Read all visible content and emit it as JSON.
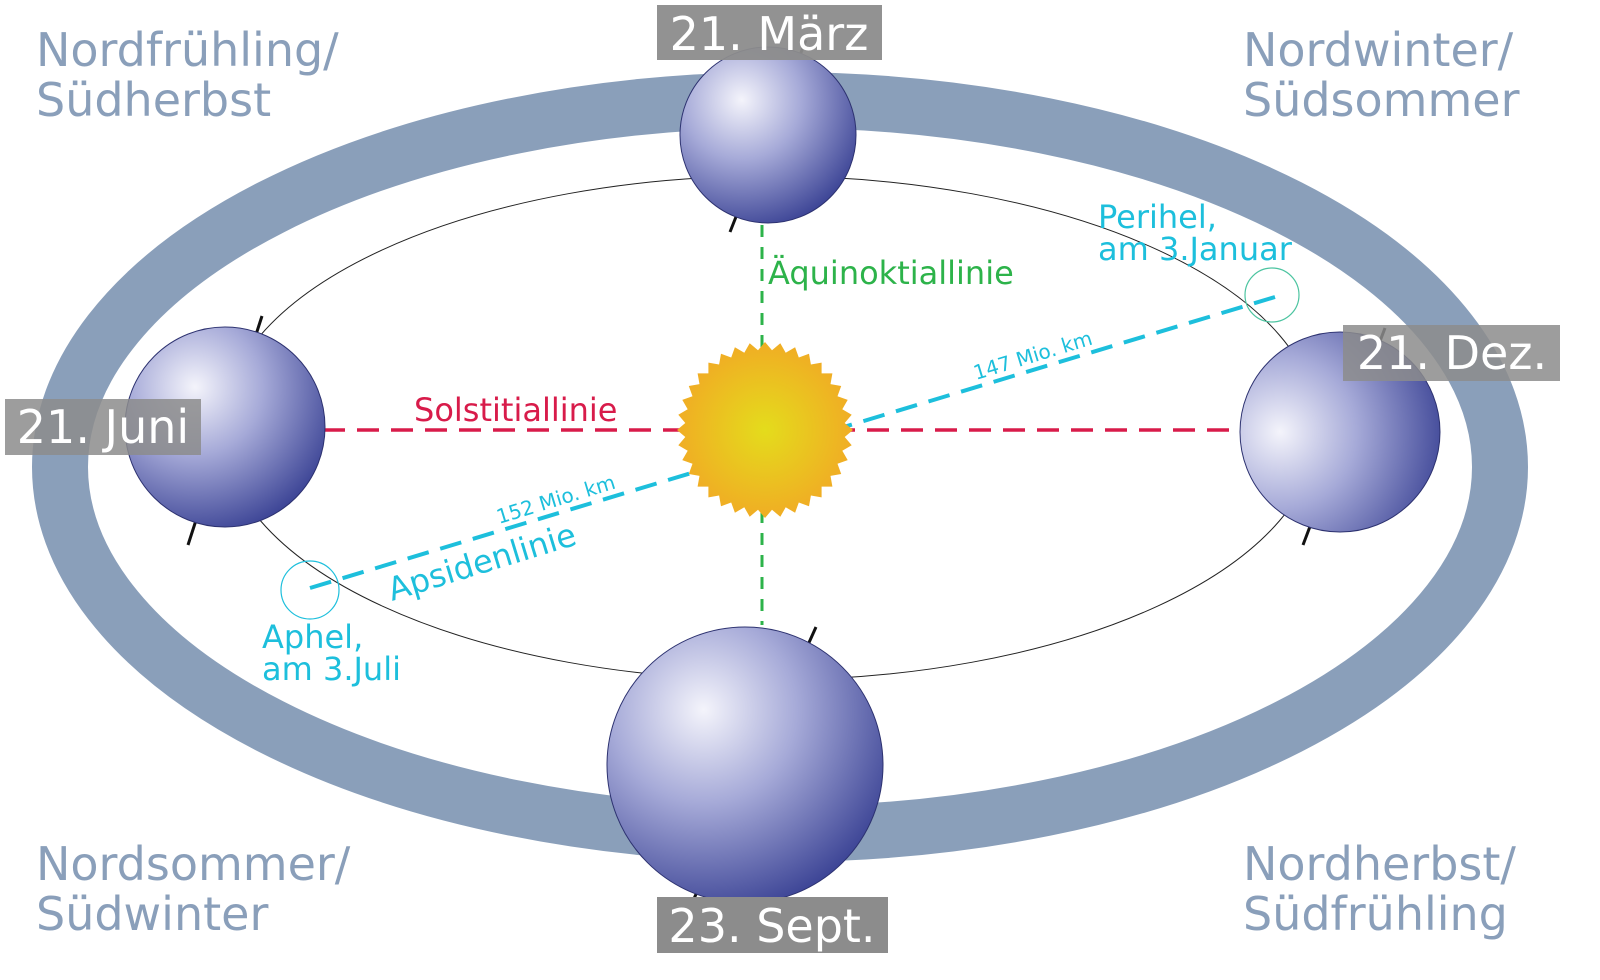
{
  "seasons": {
    "top_left": [
      "Nordfrühling/",
      "Südherbst"
    ],
    "top_right": [
      "Nordwinter/",
      "Südsommer"
    ],
    "bottom_left": [
      "Nordsommer/",
      "Südwinter"
    ],
    "bottom_right": [
      "Nordherbst/",
      "Südfrühling"
    ]
  },
  "dates": {
    "top": "21. März",
    "left": "21. Juni",
    "right": "21. Dez.",
    "bottom": "23. Sept."
  },
  "lines": {
    "equinox": "Äquinoktiallinie",
    "solstice": "Solstitiallinie",
    "apsides": "Apsidenlinie"
  },
  "distances": {
    "perihelion": "147 Mio. km",
    "aphelion": "152 Mio. km"
  },
  "points": {
    "perihelion": [
      "Perihel,",
      "am 3.Januar"
    ],
    "aphelion": [
      "Aphel,",
      "am 3.Juli"
    ]
  },
  "colors": {
    "orbit_band": "#8a9fba",
    "equinox_line": "#2db34a",
    "solstice_line": "#d81b4a",
    "apsides_line": "#1dbfdc",
    "sun": "#f0b020",
    "earth": "#5a62b0"
  }
}
